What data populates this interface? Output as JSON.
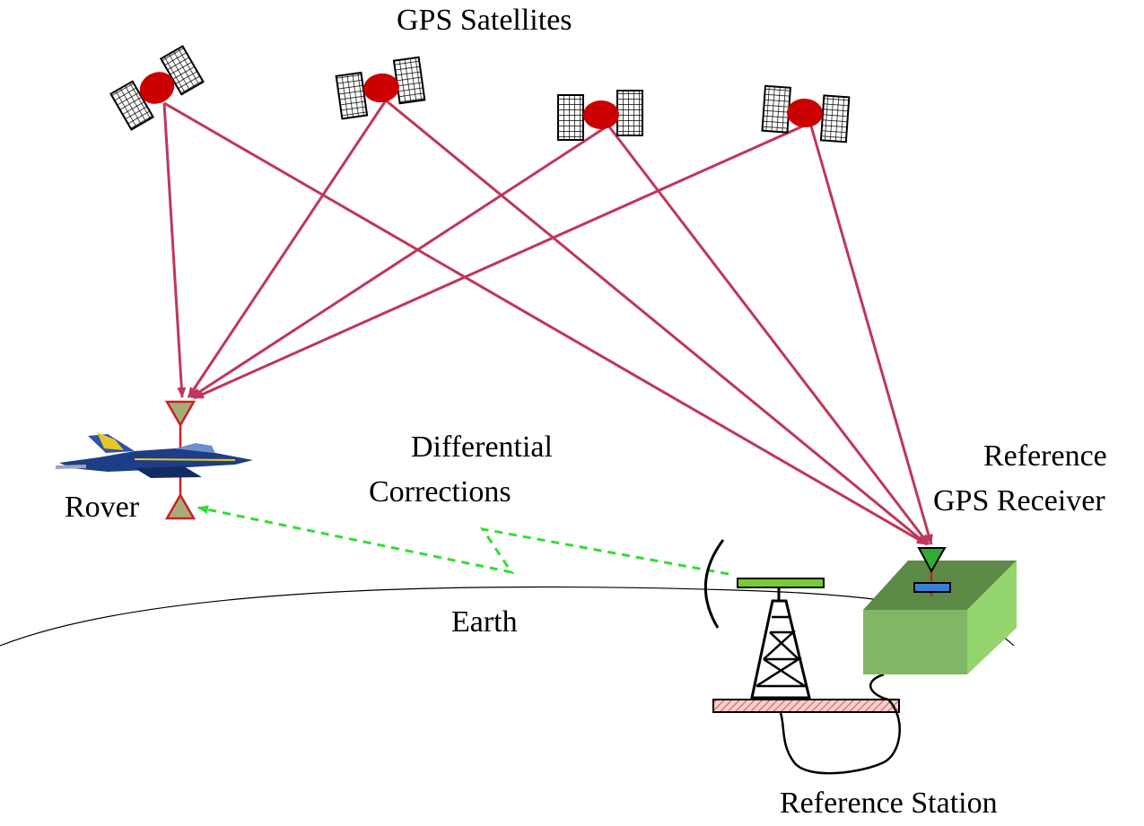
{
  "labels": {
    "satellites": "GPS Satellites",
    "rover": "Rover",
    "differential_line1": "Differential",
    "differential_line2": "Corrections",
    "reference_line1": "Reference",
    "reference_line2": "GPS Receiver",
    "earth": "Earth",
    "station": "Reference Station"
  },
  "colors": {
    "signal": "#c0365a",
    "correction": "#33dd33",
    "satellite_body": "#cc0000",
    "antenna_fill": "#a7ad77",
    "receiver_box": "#7fb765",
    "receiver_top": "#5e8a48",
    "receiver_side": "#93d46c",
    "tower_platform": "#77cc33",
    "base_hatch": "#dd6666"
  }
}
